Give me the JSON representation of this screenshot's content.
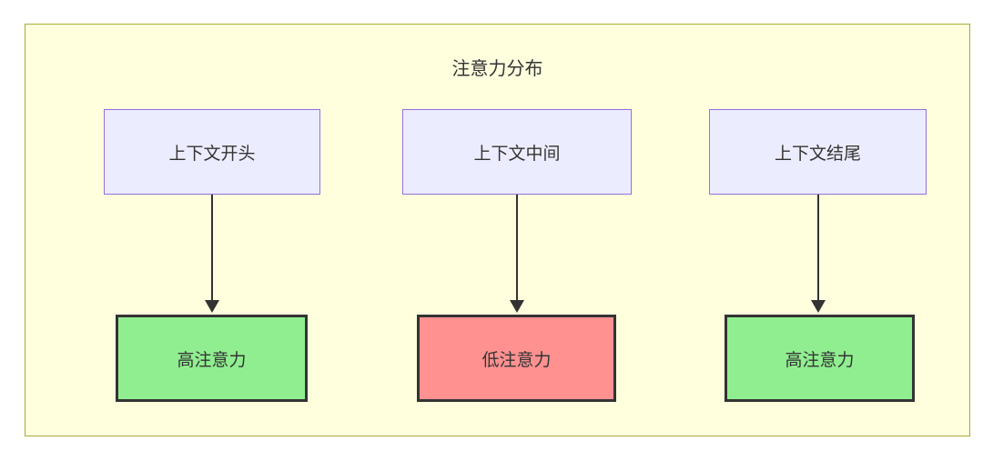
{
  "diagram": {
    "title": "注意力分布",
    "type": "flowchart",
    "colors": {
      "container_fill": "#ffffde",
      "container_border": "#aaaa33",
      "source_node_fill": "#ececff",
      "source_node_border": "#9370db",
      "high_attention_fill": "#90ee90",
      "low_attention_fill": "#ff9191",
      "result_node_border": "#333333",
      "arrow": "#333333",
      "text": "#333333"
    },
    "columns": [
      {
        "source": {
          "label": "上下文开头"
        },
        "result": {
          "label": "高注意力",
          "level": "high"
        }
      },
      {
        "source": {
          "label": "上下文中间"
        },
        "result": {
          "label": "低注意力",
          "level": "low"
        }
      },
      {
        "source": {
          "label": "上下文结尾"
        },
        "result": {
          "label": "高注意力",
          "level": "high"
        }
      }
    ],
    "edges": [
      {
        "from": "上下文开头",
        "to": "高注意力"
      },
      {
        "from": "上下文中间",
        "to": "低注意力"
      },
      {
        "from": "上下文结尾",
        "to": "高注意力"
      }
    ]
  }
}
